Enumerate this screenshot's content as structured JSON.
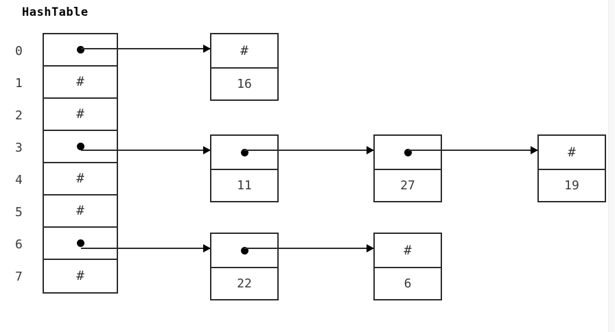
{
  "title": "HashTable",
  "colors": {
    "stroke": "#2b2b2b",
    "text": "#3a3a3a",
    "dot": "#000000",
    "background": "#ffffff"
  },
  "null_marker": "#",
  "hash_table": {
    "slots": [
      {
        "index": "0",
        "kind": "pointer",
        "marker": ""
      },
      {
        "index": "1",
        "kind": "null",
        "marker": "#"
      },
      {
        "index": "2",
        "kind": "null",
        "marker": "#"
      },
      {
        "index": "3",
        "kind": "pointer",
        "marker": ""
      },
      {
        "index": "4",
        "kind": "null",
        "marker": "#"
      },
      {
        "index": "5",
        "kind": "null",
        "marker": "#"
      },
      {
        "index": "6",
        "kind": "pointer",
        "marker": ""
      },
      {
        "index": "7",
        "kind": "null",
        "marker": "#"
      }
    ]
  },
  "chains": [
    {
      "slot": "0",
      "nodes": [
        {
          "next": "#",
          "value": "16",
          "has_next": false
        }
      ]
    },
    {
      "slot": "3",
      "nodes": [
        {
          "next": "",
          "value": "11",
          "has_next": true
        },
        {
          "next": "",
          "value": "27",
          "has_next": true
        },
        {
          "next": "#",
          "value": "19",
          "has_next": false
        }
      ]
    },
    {
      "slot": "6",
      "nodes": [
        {
          "next": "",
          "value": "22",
          "has_next": true
        },
        {
          "next": "#",
          "value": "6",
          "has_next": false
        }
      ]
    }
  ]
}
